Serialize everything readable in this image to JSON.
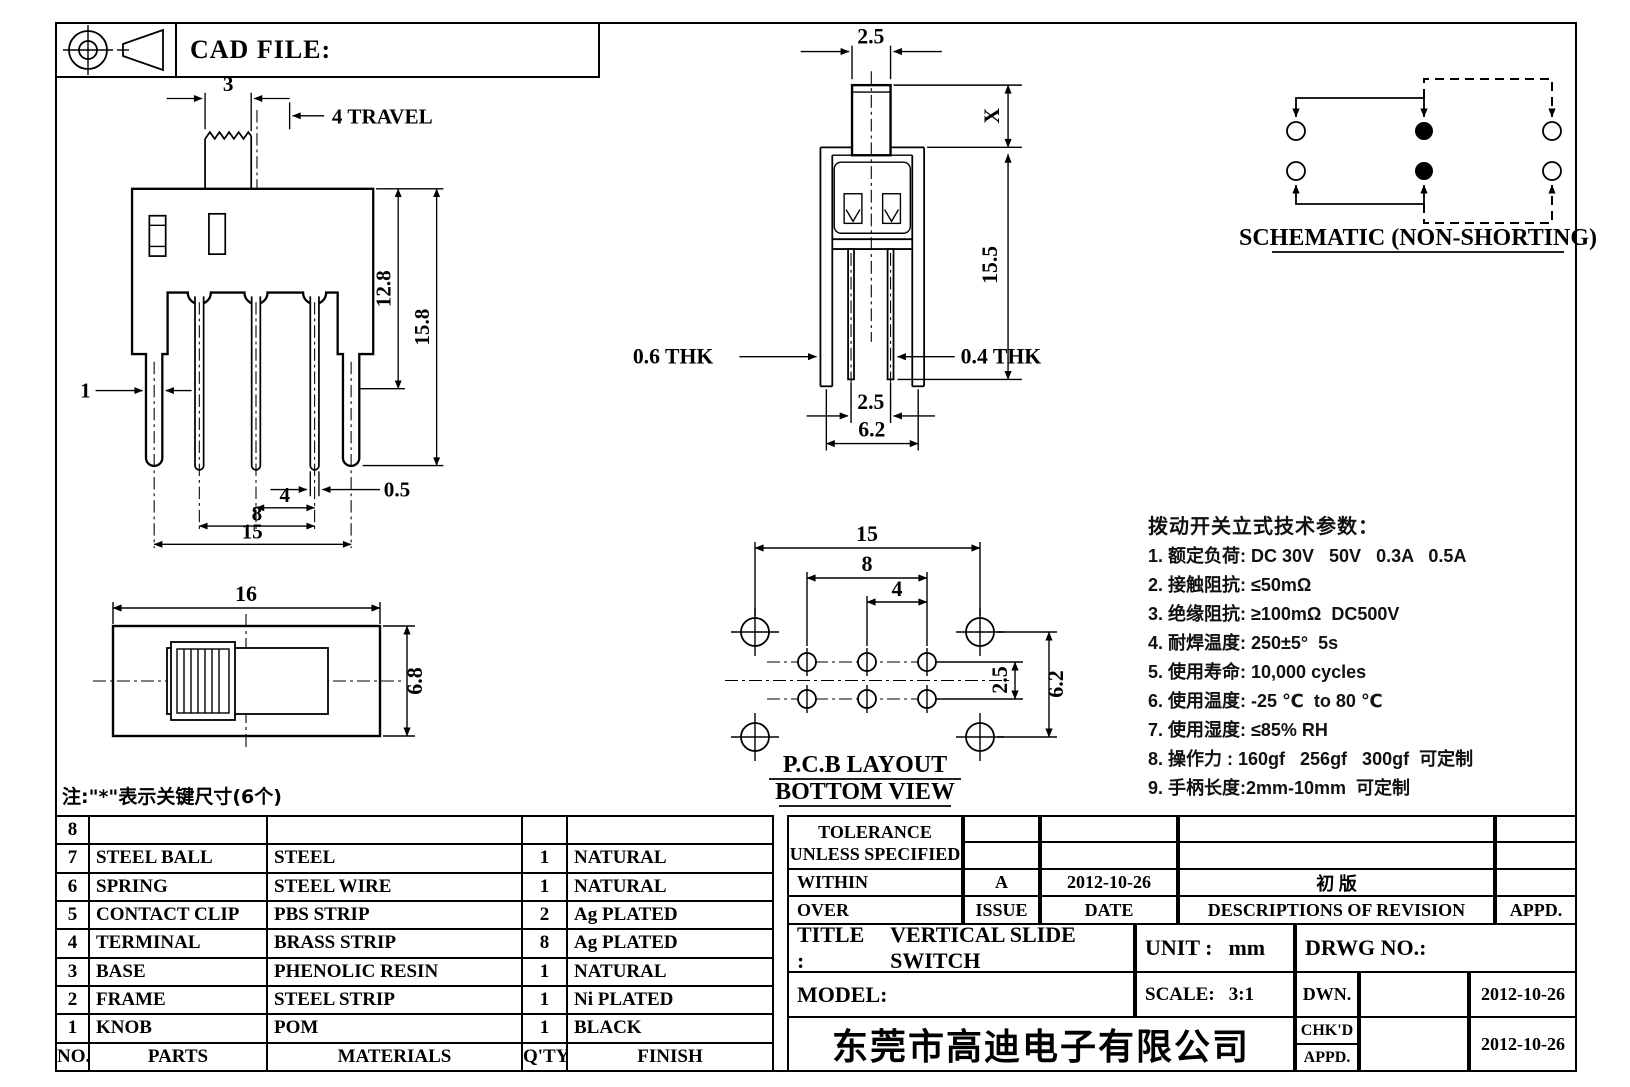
{
  "header": {
    "cad_file": "CAD FILE:"
  },
  "front": {
    "d3": "3",
    "travel": "4  TRAVEL",
    "d128": "12.8",
    "d158": "15.8",
    "d1": "1",
    "d05": "0.5",
    "d4": "4",
    "d8": "8",
    "d15": "15"
  },
  "side": {
    "d25_top": "2.5",
    "x": "X",
    "d155": "15.5",
    "thk_left": "0.6  THK",
    "thk_right": "0.4  THK",
    "d25_bot": "2.5",
    "d62": "6.2"
  },
  "schematic": {
    "caption": "SCHEMATIC (NON-SHORTING)"
  },
  "top": {
    "d16": "16",
    "d68": "6.8"
  },
  "pcb": {
    "d15": "15",
    "d8": "8",
    "d4": "4",
    "d25": "2.5",
    "d62": "6.2",
    "caption1": "P.C.B LAYOUT",
    "caption2": "BOTTOM VIEW"
  },
  "params": {
    "title": "拨动开关立式技术参数：",
    "items": [
      "1. 额定负荷: DC 30V   50V   0.3A   0.5A",
      "2. 接触阻抗: ≤50mΩ",
      "3. 绝缘阻抗: ≥100mΩ  DC500V",
      "4. 耐焊温度: 250±5°  5s",
      "5. 使用寿命: 10,000 cycles",
      "6. 使用温度: -25 ℃  to 80 ℃",
      "7. 使用湿度: ≤85% RH",
      "8. 操作力 : 160gf   256gf   300gf  可定制",
      "9. 手柄长度:2mm-10mm  可定制"
    ]
  },
  "note": "注:\"*\"表示关键尺寸(6个)",
  "parts": {
    "headers": {
      "no": "NO.",
      "parts": "PARTS",
      "materials": "MATERIALS",
      "qty": "Q'TY",
      "finish": "FINISH"
    },
    "rows": [
      {
        "no": "8",
        "part": "",
        "material": "",
        "qty": "",
        "finish": ""
      },
      {
        "no": "7",
        "part": "STEEL BALL",
        "material": "STEEL",
        "qty": "1",
        "finish": "NATURAL"
      },
      {
        "no": "6",
        "part": "SPRING",
        "material": "STEEL WIRE",
        "qty": "1",
        "finish": "NATURAL"
      },
      {
        "no": "5",
        "part": "CONTACT CLIP",
        "material": "PBS STRIP",
        "qty": "2",
        "finish": "Ag PLATED"
      },
      {
        "no": "4",
        "part": "TERMINAL",
        "material": "BRASS STRIP",
        "qty": "8",
        "finish": "Ag PLATED"
      },
      {
        "no": "3",
        "part": "BASE",
        "material": "PHENOLIC RESIN",
        "qty": "1",
        "finish": "NATURAL"
      },
      {
        "no": "2",
        "part": "FRAME",
        "material": "STEEL STRIP",
        "qty": "1",
        "finish": "Ni PLATED"
      },
      {
        "no": "1",
        "part": "KNOB",
        "material": "POM",
        "qty": "1",
        "finish": "BLACK"
      }
    ]
  },
  "block": {
    "tolerance1": "TOLERANCE",
    "tolerance2": "UNLESS   SPECIFIED",
    "within": "WITHIN",
    "over": "OVER",
    "issue_value": "A",
    "issue_label": "ISSUE",
    "issue_date": "2012-10-26",
    "date_label": "DATE",
    "revision": "初  版",
    "revision_header": "DESCRIPTIONS  OF  REVISION",
    "appd_header": "APPD.",
    "title_label": "TITLE :",
    "title_value": "VERTICAL  SLIDE  SWITCH",
    "unit_label": "UNIT :",
    "unit_value": "mm",
    "drwg": "DRWG  NO.:",
    "model_label": "MODEL:",
    "scale_label": "SCALE:",
    "scale_value": "3:1",
    "company": "东莞市高迪电子有限公司",
    "dwn": "DWN.",
    "dwn_date": "2012-10-26",
    "chkd": "CHK'D",
    "appd": "APPD.",
    "chkd_date": "2012-10-26"
  }
}
